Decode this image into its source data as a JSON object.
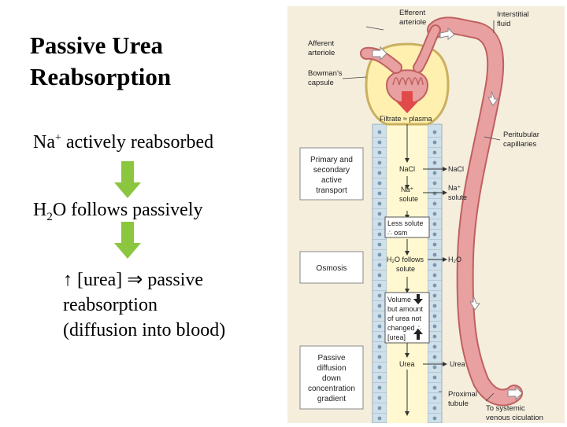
{
  "title": {
    "line1": "Passive Urea",
    "line2": "Reabsorption"
  },
  "steps": {
    "na_prefix": "Na",
    "na_sup": "+",
    "na_rest": " actively reabsorbed",
    "h2o_prefix": "H",
    "h2o_sub": "2",
    "h2o_rest": "O follows passively",
    "result_line1": "↑ [urea] ⇒ passive",
    "result_line2": "reabsorption",
    "result_line3": "(diffusion into blood)"
  },
  "colors": {
    "step_arrow": "#8cc63f",
    "filtrate_arrow": "#e04a4a",
    "vessel": "#e8a0a0",
    "vessel_stroke": "#c06060",
    "tubule_fill": "#fff8d0",
    "cell_fill": "#cfe0ea"
  },
  "diagram": {
    "efferent": [
      "Efferent",
      "arteriole"
    ],
    "interstitial": [
      "Interstitial",
      "fluid"
    ],
    "afferent": [
      "Afferent",
      "arteriole"
    ],
    "bowmans": [
      "Bowman's",
      "capsule"
    ],
    "filtrate": "Filtrate ≈ plasma",
    "peritubular": [
      "Peritubular",
      "capillaries"
    ],
    "box_primary": [
      "Primary and",
      "secondary",
      "active",
      "transport"
    ],
    "box_osmosis": "Osmosis",
    "box_passive": [
      "Passive",
      "diffusion",
      "down",
      "concentration",
      "gradient"
    ],
    "nacl_lumen": "NaCl",
    "nacl_blood": "NaCl",
    "na_solute_lumen": [
      "Na⁺",
      "solute"
    ],
    "na_solute_blood": [
      "Na⁺",
      "solute"
    ],
    "less_solute": [
      "Less solute",
      "∴ osm"
    ],
    "h2o_follows": [
      "H₂O follows",
      "solute"
    ],
    "h2o_blood": "H₂O",
    "volume_box": [
      "Volume",
      "but amount",
      "of urea not",
      "changed ∴",
      "[urea]"
    ],
    "urea_lumen": "Urea",
    "urea_blood": "Urea",
    "proximal": [
      "Proximal",
      "tubule"
    ],
    "systemic": [
      "To systemic",
      "venous ciculation"
    ]
  }
}
